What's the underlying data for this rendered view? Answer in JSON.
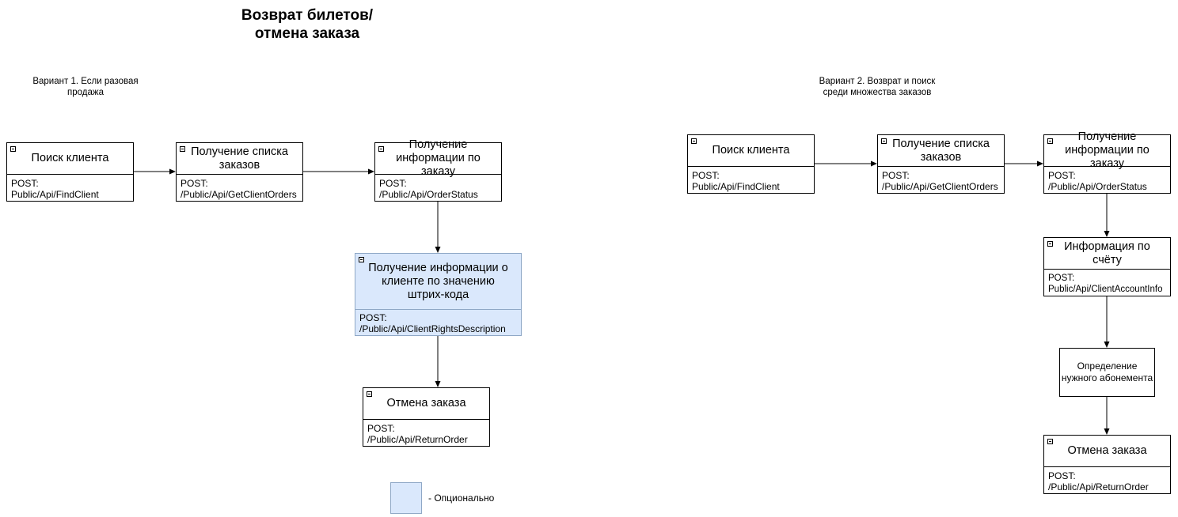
{
  "title": "Возврат билетов/\nотмена заказа",
  "variant1": {
    "label": "Вариант 1. Если разовая\nпродажа",
    "nodes": {
      "find_client": {
        "title": "Поиск клиента",
        "body": "POST:\nPublic/Api/FindClient"
      },
      "orders_list": {
        "title": "Получение списка заказов",
        "body": "POST:\n/Public/Api/GetClientOrders"
      },
      "order_info": {
        "title": "Получение информации по заказу",
        "body": "POST:\n/Public/Api/OrderStatus"
      },
      "client_by_barcode": {
        "title": "Получение информации о клиенте по значению штрих-кода",
        "body": "POST:\n/Public/Api/ClientRightsDescription"
      },
      "cancel_order": {
        "title": "Отмена заказа",
        "body": "POST:\n/Public/Api/ReturnOrder"
      }
    }
  },
  "variant2": {
    "label": "Вариант 2. Возврат и поиск\nсреди множества заказов",
    "nodes": {
      "find_client": {
        "title": "Поиск клиента",
        "body": "POST:\nPublic/Api/FindClient"
      },
      "orders_list": {
        "title": "Получение списка заказов",
        "body": "POST:\n/Public/Api/GetClientOrders"
      },
      "order_info": {
        "title": "Получение информации по заказу",
        "body": "POST:\n/Public/Api/OrderStatus"
      },
      "account_info": {
        "title": "Информация по счёту",
        "body": "POST:\nPublic/Api/ClientAccountInfo"
      },
      "subscription": {
        "title": "Определение нужного абонемента"
      },
      "cancel_order": {
        "title": "Отмена заказа",
        "body": "POST:\n/Public/Api/ReturnOrder"
      }
    }
  },
  "legend": {
    "text": "- Опционально"
  },
  "colors": {
    "optional_fill": "#dae8fc",
    "optional_stroke": "#8fa8c6",
    "line": "#000000"
  }
}
